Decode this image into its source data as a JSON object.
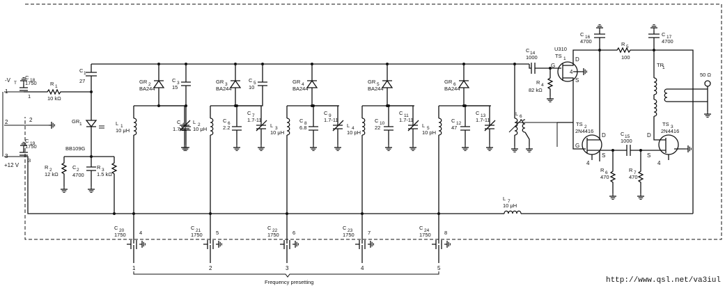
{
  "supply": {
    "neg": "-V",
    "neg_sub": "T",
    "pos": "+12 V",
    "pins": [
      "1",
      "2",
      "3"
    ],
    "pin2_label": "2"
  },
  "components": {
    "C18": {
      "name": "C",
      "sub": "18",
      "value": "1750",
      "pin": "1"
    },
    "C19": {
      "name": "C",
      "sub": "19",
      "value": "1750",
      "pin": "3"
    },
    "R1": {
      "name": "R",
      "sub": "1",
      "value": "10 kΩ"
    },
    "C1": {
      "name": "C",
      "sub": "1",
      "value": "27"
    },
    "GR1": {
      "name": "GR",
      "sub": "1",
      "part": "BB109G"
    },
    "R2": {
      "name": "R",
      "sub": "2",
      "value": "12 kΩ"
    },
    "C2": {
      "name": "C",
      "sub": "2",
      "value": "4700"
    },
    "R3": {
      "name": "R",
      "sub": "3",
      "value": "1.5 kΩ"
    },
    "GR2": {
      "name": "GR",
      "sub": "2",
      "part": "BA244"
    },
    "C3": {
      "name": "C",
      "sub": "3",
      "value": "15"
    },
    "L1": {
      "name": "L",
      "sub": "1",
      "value": "10 μH"
    },
    "C4": {
      "name": "C",
      "sub": "4",
      "value": "1.7 11"
    },
    "L2": {
      "name": "L",
      "sub": "2",
      "value": "10 μH"
    },
    "GR3": {
      "name": "GR",
      "sub": "3",
      "part": "BA244"
    },
    "C5": {
      "name": "C",
      "sub": "5",
      "value": "10"
    },
    "C6": {
      "name": "C",
      "sub": "6",
      "value": "2.2"
    },
    "C7": {
      "name": "C",
      "sub": "7",
      "value": "1.7-11"
    },
    "L3": {
      "name": "L",
      "sub": "3",
      "value": "10 μH"
    },
    "GR4": {
      "name": "GR",
      "sub": "4",
      "part": "BA244"
    },
    "C8": {
      "name": "C",
      "sub": "8",
      "value": "6.8"
    },
    "C9": {
      "name": "C",
      "sub": "9",
      "value": "1.7-11"
    },
    "L4": {
      "name": "L",
      "sub": "4",
      "value": "10 pH"
    },
    "GR5": {
      "name": "GR",
      "sub": "5",
      "part": "BA244"
    },
    "C10": {
      "name": "C",
      "sub": "10",
      "value": "22"
    },
    "C11": {
      "name": "C",
      "sub": "11",
      "value": "1.7-11"
    },
    "L5": {
      "name": "L",
      "sub": "5",
      "value": "10 pH"
    },
    "GR6": {
      "name": "GR",
      "sub": "6",
      "part": "BA244"
    },
    "C12": {
      "name": "C",
      "sub": "12",
      "value": "47"
    },
    "C13": {
      "name": "C",
      "sub": "13",
      "value": "1.7-11"
    },
    "L6": {
      "name": "L",
      "sub": "6"
    },
    "C14": {
      "name": "C",
      "sub": "14",
      "value": "1000"
    },
    "TS1": {
      "name": "TS",
      "sub": "1",
      "part": "U310"
    },
    "R4": {
      "name": "R",
      "sub": "4",
      "value": "82 kΩ"
    },
    "C16": {
      "name": "C",
      "sub": "16",
      "value": "4700"
    },
    "R5": {
      "name": "R",
      "sub": "5",
      "value": "100"
    },
    "C17": {
      "name": "C",
      "sub": "17",
      "value": "4700"
    },
    "TR1": {
      "name": "TR",
      "sub": "1"
    },
    "out": {
      "value": "50 Ω"
    },
    "TS2": {
      "name": "TS",
      "sub": "2",
      "part": "2N4416"
    },
    "C15": {
      "name": "C",
      "sub": "15",
      "value": "1000"
    },
    "TS3": {
      "name": "TS",
      "sub": "3",
      "part": "2N4416"
    },
    "R6": {
      "name": "R",
      "sub": "6",
      "value": "470"
    },
    "R7": {
      "name": "R",
      "sub": "7",
      "value": "470"
    },
    "L7": {
      "name": "L",
      "sub": "7",
      "value": "10 μH"
    },
    "C20": {
      "name": "C",
      "sub": "20",
      "value": "1750",
      "pin": "4"
    },
    "C21": {
      "name": "C",
      "sub": "21",
      "value": "1750",
      "pin": "5"
    },
    "C22": {
      "name": "C",
      "sub": "22",
      "value": "1750",
      "pin": "6"
    },
    "C23": {
      "name": "C",
      "sub": "23",
      "value": "1750",
      "pin": "7"
    },
    "C24": {
      "name": "C",
      "sub": "24",
      "value": "1750",
      "pin": "8"
    }
  },
  "fet_pins": {
    "g": "G",
    "d": "D",
    "s": "S",
    "case": "4"
  },
  "presets": [
    "1",
    "2",
    "3",
    "4",
    "5"
  ],
  "preset_caption": "Frequency presetting",
  "url": "http://www.qsl.net/va3iul"
}
